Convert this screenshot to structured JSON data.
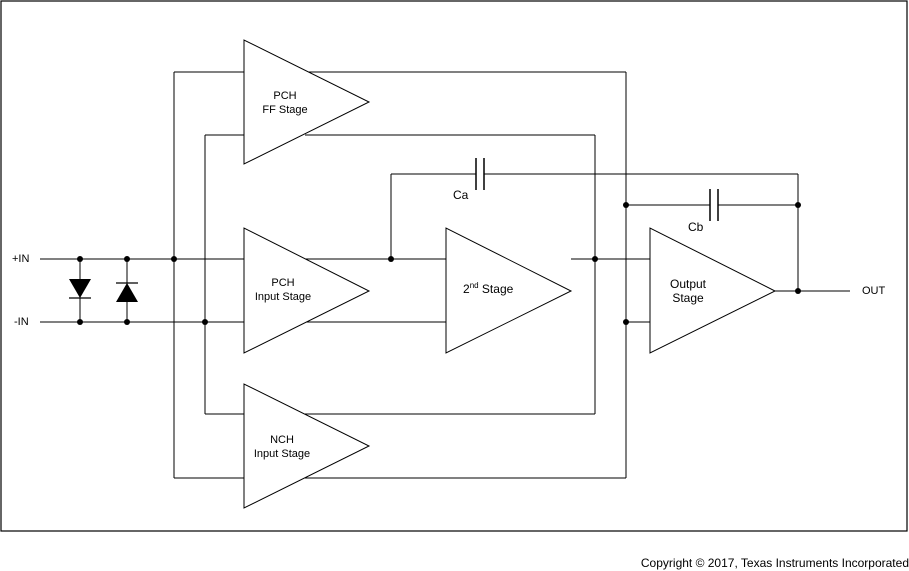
{
  "ports": {
    "plus_in": "+IN",
    "minus_in": "-IN",
    "out": "OUT"
  },
  "blocks": {
    "pch_ff": {
      "line1": "PCH",
      "line2": "FF Stage"
    },
    "pch_input": {
      "line1": "PCH",
      "line2": "Input Stage"
    },
    "nch_input": {
      "line1": "NCH",
      "line2": "Input Stage"
    },
    "second_stage": {
      "prefix": "2",
      "sup": "nd",
      "suffix": " Stage"
    },
    "output_stage": {
      "line1": "Output",
      "line2": "Stage"
    }
  },
  "capacitors": {
    "ca": "Ca",
    "cb": "Cb"
  },
  "footer": {
    "copyright": "Copyright © 2017, Texas Instruments Incorporated"
  }
}
